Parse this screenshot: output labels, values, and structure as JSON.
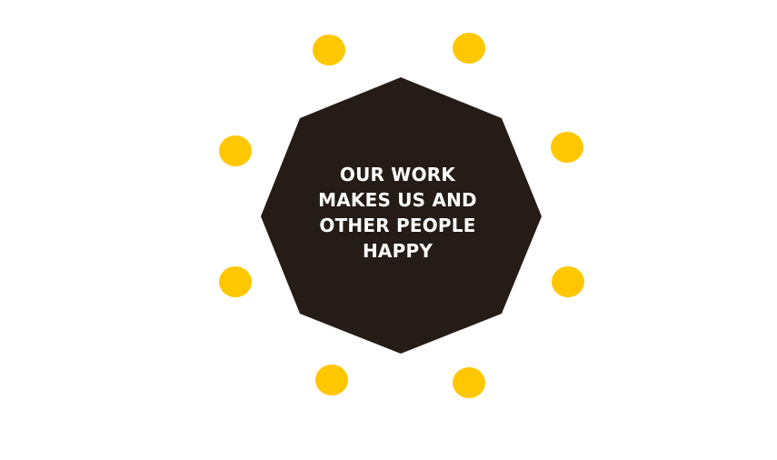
{
  "diagram": {
    "center": {
      "lines": [
        "OUR WORK",
        "MAKES US AND",
        "OTHER PEOPLE",
        "HAPPY"
      ]
    },
    "colors": {
      "octagon": "#251c17",
      "dot": "#ffc700",
      "text": "#ffffff",
      "background": "#ffffff"
    },
    "dot_count": 8
  }
}
